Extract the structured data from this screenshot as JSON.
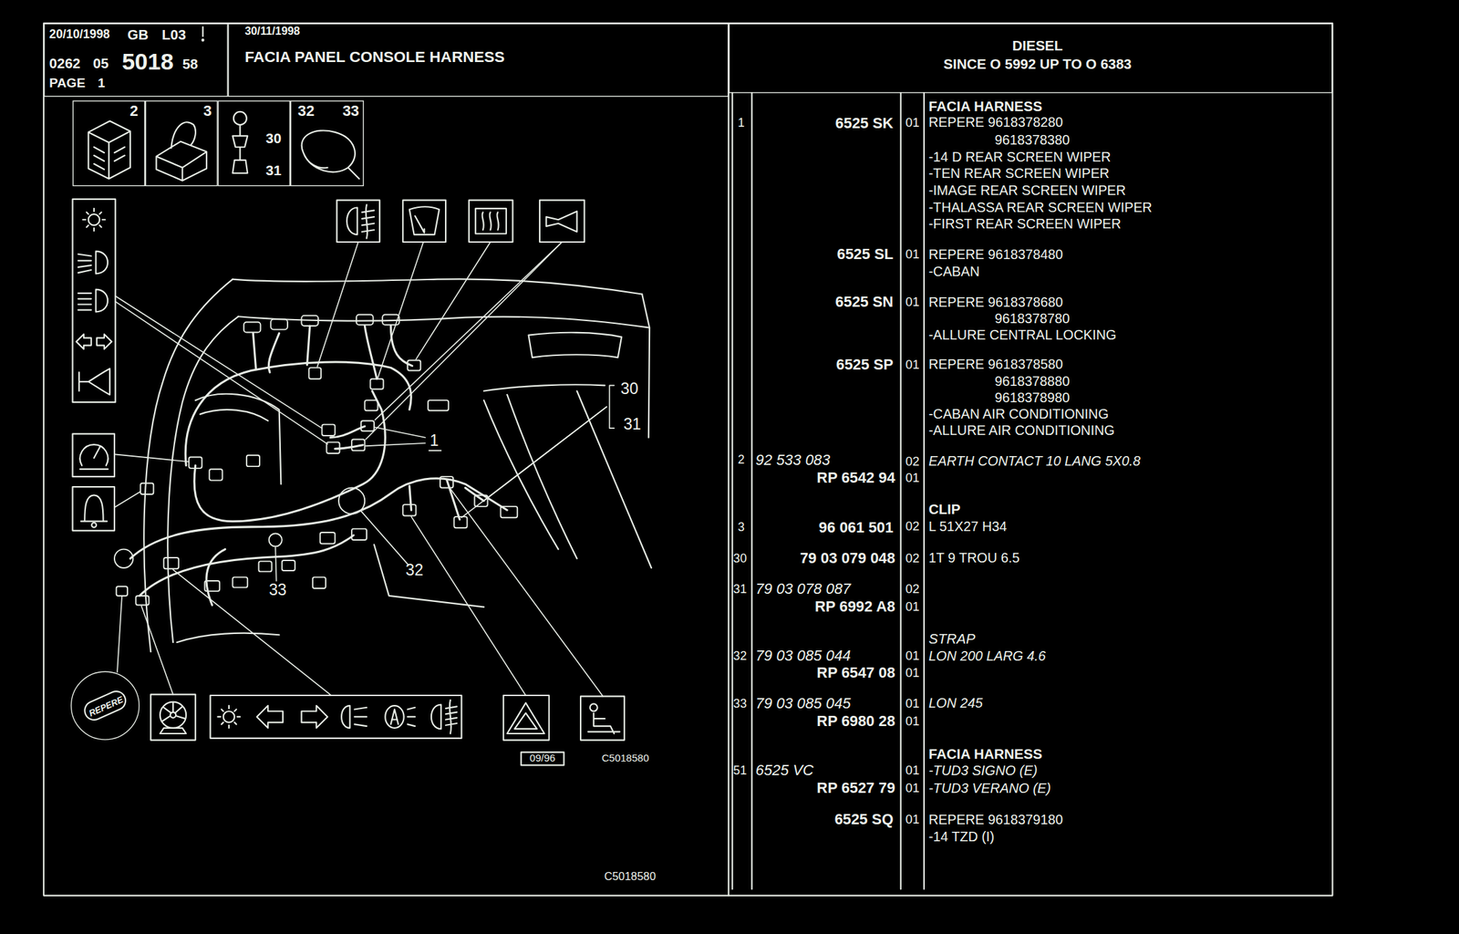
{
  "diagram": {
    "nodes": [
      {
        "text": [
          "20/10/1998",
          "GB",
          "L03",
          "0262",
          "05",
          "5018",
          "58",
          "PAGE",
          "1"
        ]
      },
      {
        "text": [
          "30/11/1998",
          "FACIA PANEL CONSOLE HARNESS"
        ]
      },
      {
        "text": [
          "DIESEL",
          "SINCE O 5992 UP TO O 6383"
        ]
      },
      {
        "text": [
          "2"
        ]
      },
      {
        "text": [
          "3"
        ]
      },
      {
        "text": [
          "30",
          "31"
        ]
      },
      {
        "text": [
          "32",
          "33"
        ]
      },
      {
        "text": [
          "REPERE"
        ]
      }
    ],
    "labels": [
      "30",
      "31",
      "1",
      "32",
      "33",
      "09/96",
      "C5018580",
      "C5018580",
      "FACIA HARNESS",
      "1",
      "6525 SK",
      "01",
      "REPERE 9618378280",
      "9618378380",
      "-14 D REAR SCREEN WIPER",
      "-TEN REAR SCREEN WIPER",
      "-IMAGE REAR SCREEN WIPER",
      "-THALASSA REAR SCREEN WIPER",
      "-FIRST REAR SCREEN WIPER",
      "6525 SL",
      "01",
      "REPERE 9618378480",
      "-CABAN",
      "6525 SN",
      "01",
      "REPERE 9618378680",
      "9618378780",
      "-ALLURE CENTRAL LOCKING",
      "6525 SP",
      "01",
      "REPERE 9618378580",
      "9618378880",
      "9618378980",
      "-CABAN AIR CONDITIONING",
      "-ALLURE AIR CONDITIONING",
      "2",
      "92 533 083",
      "02",
      "EARTH CONTACT 10 LANG 5X0.8",
      "RP 6542 94",
      "01",
      "CLIP",
      "3",
      "96 061 501",
      "02",
      "L 51X27 H34",
      "30",
      "79 03 079 048",
      "02",
      "1T 9 TROU 6.5",
      "31",
      "79 03 078 087",
      "02",
      "RP 6992 A8",
      "01",
      "STRAP",
      "32",
      "79 03 085 044",
      "01",
      "LON 200 LARG 4.6",
      "RP 6547 08",
      "01",
      "33",
      "79 03 085 045",
      "01",
      "LON 245",
      "RP 6980 28",
      "01",
      "FACIA HARNESS",
      "51",
      "6525 VC",
      "01",
      "-TUD3 SIGNO (E)",
      "RP 6527 79",
      "01",
      "-TUD3 VERANO (E)",
      "6525 SQ",
      "01",
      "REPERE 9618379180",
      "-14 TZD (I)"
    ]
  }
}
